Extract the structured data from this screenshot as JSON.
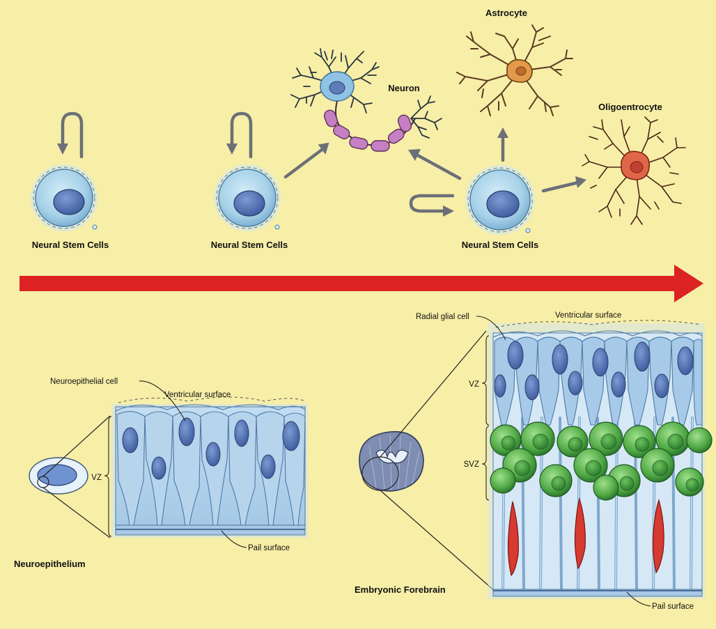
{
  "top": {
    "stem_cell_labels": [
      "Neural Stem Cells",
      "Neural Stem Cells",
      "Neural Stem Cells"
    ],
    "neuron_label": "Neuron",
    "astrocyte_label": "Astrocyte",
    "oligo_label": "Oligoentrocyte"
  },
  "neuroepithelium": {
    "title": "Neuroepithelium",
    "cell_label": "Neuroepithelial cell",
    "ventricular_label": "Ventricular surface",
    "zone_label": "VZ",
    "pial_label": "Pail surface"
  },
  "forebrain": {
    "title": "Embryonic Forebrain",
    "cell_label": "Radial glial cell",
    "ventricular_label": "Ventricular surface",
    "vz_label": "VZ",
    "svz_label": "SVZ",
    "pial_label": "Pail surface"
  },
  "colors": {
    "background": "#f7eea7",
    "stem_cell": "#a9d4ea",
    "neuron_axon": "#c77fc3",
    "astrocyte": "#e29a4a",
    "oligo": "#e0664a",
    "timeline_arrow": "#dc2222",
    "radial_cell": "#9cc3e3",
    "svz_cell": "#5eb24d"
  }
}
